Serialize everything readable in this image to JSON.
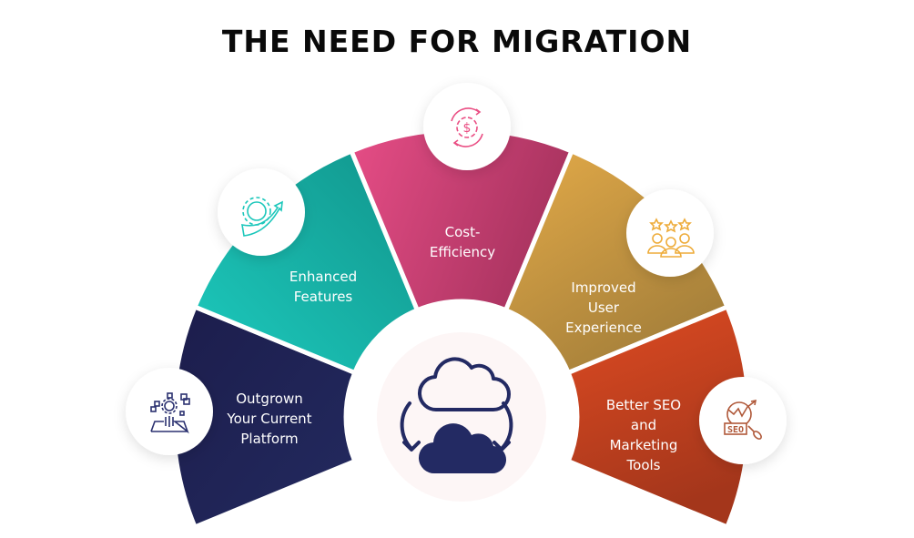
{
  "title": "THE NEED FOR MIGRATION",
  "center": {
    "icon": "cloud-migration-icon",
    "color": "#232a63",
    "hub_fill": "#fdf6f6"
  },
  "segments": [
    {
      "id": "outgrown",
      "label_lines": [
        "Outgrown",
        "Your Current",
        "Platform"
      ],
      "icon": "platform-gear-icon",
      "color_start": "#1d1f4f",
      "color_end": "#222a5e",
      "icon_color": "#2b3170"
    },
    {
      "id": "features",
      "label_lines": [
        "Enhanced",
        "Features"
      ],
      "icon": "gear-growth-arrow-icon",
      "color_start": "#1cc7bb",
      "color_end": "#13968d",
      "icon_color": "#1cc7bb"
    },
    {
      "id": "cost",
      "label_lines": [
        "Cost-",
        "Efficiency"
      ],
      "icon": "dollar-gear-cycle-icon",
      "color_start": "#e44d84",
      "color_end": "#a93462",
      "icon_color": "#ea4f84"
    },
    {
      "id": "ux",
      "label_lines": [
        "Improved",
        "User",
        "Experience"
      ],
      "icon": "users-stars-icon",
      "color_start": "#e0a845",
      "color_end": "#a9823a",
      "icon_color": "#eeac3a"
    },
    {
      "id": "seo",
      "label_lines": [
        "Better SEO",
        "and",
        "Marketing",
        "Tools"
      ],
      "icon": "seo-search-icon",
      "color_start": "#dc4a22",
      "color_end": "#a7361a",
      "icon_color": "#b0593a"
    }
  ]
}
